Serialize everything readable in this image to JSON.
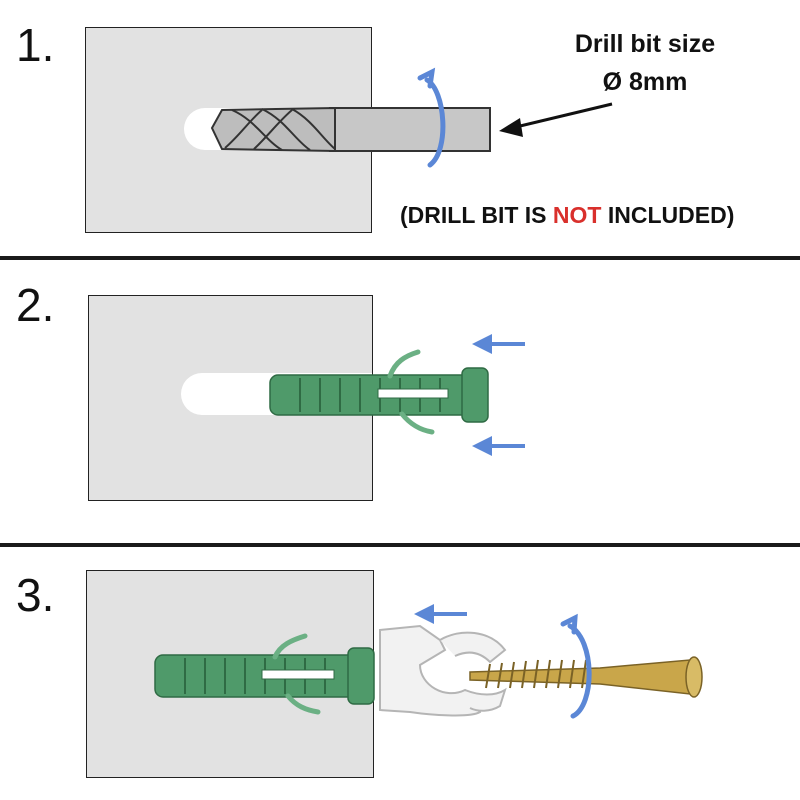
{
  "steps": [
    {
      "number": "1."
    },
    {
      "number": "2."
    },
    {
      "number": "3."
    }
  ],
  "drill_label": {
    "line1": "Drill bit size",
    "line2": "Ø 8mm"
  },
  "notice": {
    "prefix": "(DRILL BIT IS ",
    "highlight": "NOT",
    "suffix": " INCLUDED)"
  },
  "colors": {
    "wall": "#e2e2e2",
    "arrow_blue": "#5b87d6",
    "plug_green": "#4f9a6a",
    "clip_white": "#f2f2f2",
    "screw_gold": "#c9a64a",
    "highlight_red": "#d9302c"
  },
  "icons": {
    "rotation": "rotate-arrow-icon",
    "push": "push-left-arrow-icon",
    "pointer": "pointer-arrow-icon"
  }
}
